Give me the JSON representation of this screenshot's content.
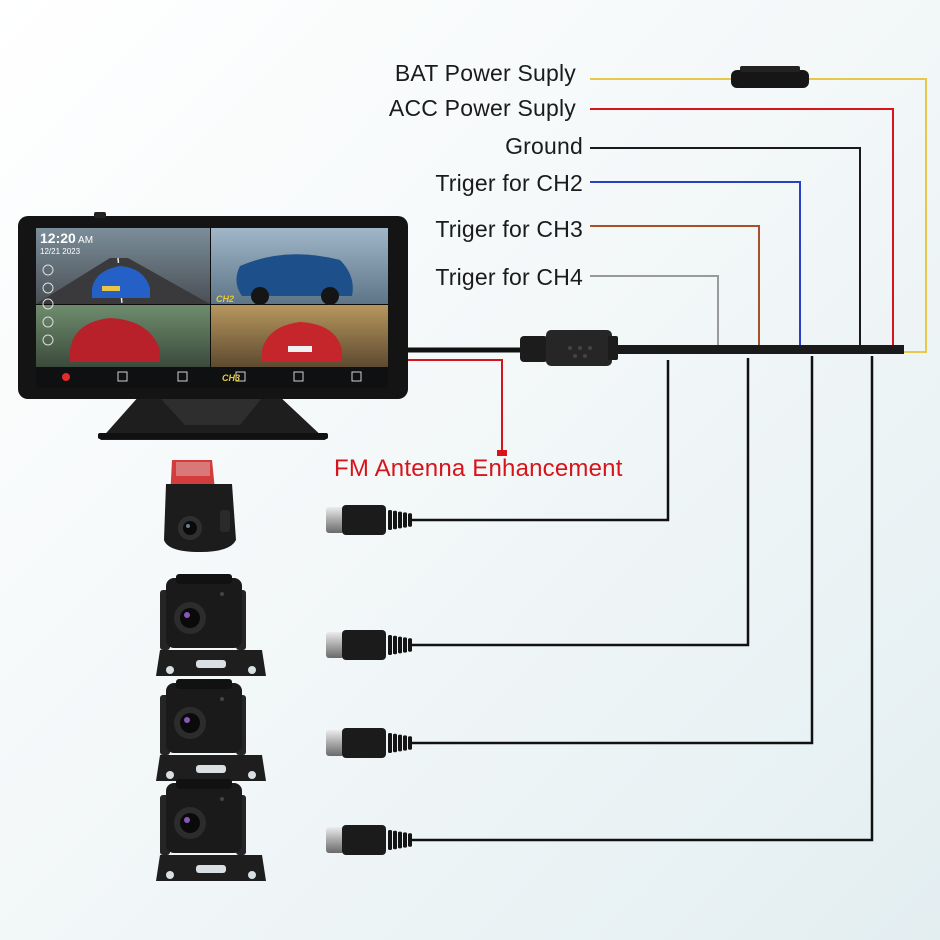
{
  "labels": {
    "bat": "BAT Power Suply",
    "acc": "ACC Power Suply",
    "ground": "Ground",
    "ch2": "Triger for CH2",
    "ch3": "Triger for CH3",
    "ch4": "Triger for CH4",
    "fm": "FM Antenna Enhancement"
  },
  "screen": {
    "time": "12:20",
    "ampm": "AM",
    "date": "12/21 2023",
    "ch2_tag": "CH2",
    "ch3_tag": "CH3"
  },
  "wire_colors": {
    "bat": "#e6c84a",
    "acc": "#d8141a",
    "ground": "#1a1a1a",
    "ch2": "#2a3fc8",
    "ch3": "#a5522a",
    "ch4": "#9a9a9a",
    "fm": "#d8141a",
    "camera": "#111111"
  },
  "cameras": [
    {
      "name": "front-dashcam"
    },
    {
      "name": "side-camera-1"
    },
    {
      "name": "side-camera-2"
    },
    {
      "name": "side-camera-3"
    }
  ]
}
